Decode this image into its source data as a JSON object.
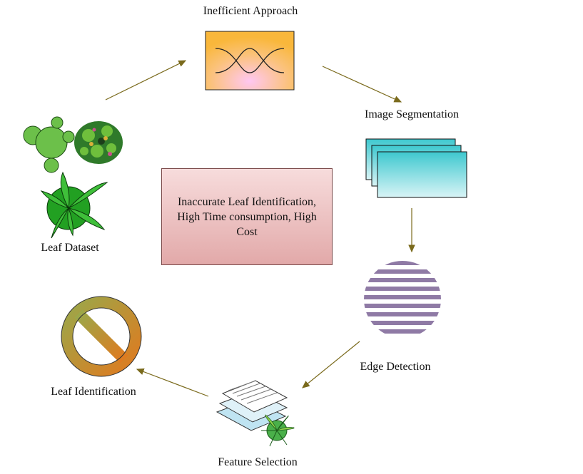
{
  "labels": {
    "inefficient_approach": "Inefficient Approach",
    "image_segmentation": "Image Segmentation",
    "edge_detection": "Edge Detection",
    "feature_selection": "Feature Selection",
    "leaf_identification": "Leaf Identification",
    "leaf_dataset": "Leaf Dataset"
  },
  "center_box": {
    "text": "Inaccurate Leaf Identification, High Time consumption, High Cost"
  },
  "colors": {
    "arrow": "#7a6a1c",
    "approach_gradient_top": "#f9b73b",
    "approach_gradient_center": "#ffc7f2",
    "segmentation_cyan": "#3ec8cf",
    "edge_purple": "#8f7aa5",
    "no_sign_green": "#9aa84a",
    "no_sign_orange": "#e07a1f",
    "leaf_green": "#22a022",
    "cactus_green": "#6cc04a"
  }
}
